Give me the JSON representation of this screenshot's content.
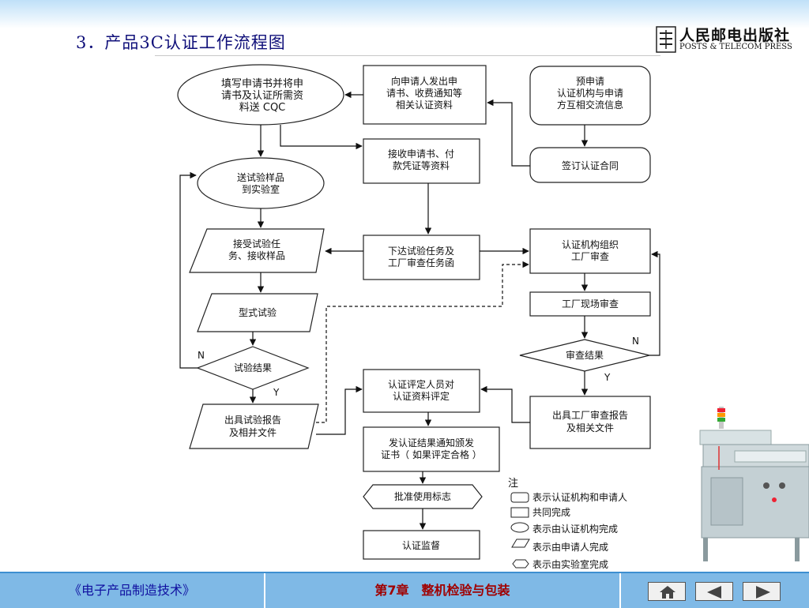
{
  "header": {
    "title": "3．产品3C认证工作流程图",
    "publisher_cn": "人民邮电出版社",
    "publisher_en": "POSTS & TELECOM PRESS"
  },
  "flowchart": {
    "fill_application": [
      "填写申请书并将申",
      "请书及认证所需资",
      "料送 CQC"
    ],
    "issue_docs": [
      "向申请人发出申",
      "请书、收费通知等",
      "相关认证资料"
    ],
    "pre_application": [
      "预申请",
      "认证机构与申请",
      "方互相交流信息"
    ],
    "receive_application": [
      "接收申请书、付",
      "款凭证等资料"
    ],
    "sign_contract": "签订认证合同",
    "send_samples": [
      "送试验样品",
      "到实验室"
    ],
    "accept_test": [
      "接受试验任",
      "务、接收样品"
    ],
    "issue_tasks": [
      "下达试验任务及",
      "工厂审查任务函"
    ],
    "organize_audit": [
      "认证机构组织",
      "工厂审查"
    ],
    "type_test": "型式试验",
    "onsite_audit": "工厂现场审查",
    "test_result": "试验结果",
    "audit_result": "审查结果",
    "test_report": [
      "出具试验报告",
      "及相并文件"
    ],
    "evaluation": [
      "认证评定人员对",
      "认证资料评定"
    ],
    "audit_report": [
      "出具工厂审查报告",
      "及相关文件"
    ],
    "notify_certificate": [
      "发认证结果通知颁发",
      "证书（ 如果评定合格 ）"
    ],
    "approve_mark": "批准使用标志",
    "supervision": "认证监督",
    "label_n_left": "N",
    "label_y_left": "Y",
    "label_n_right": "N",
    "label_y_right": "Y"
  },
  "legend": {
    "title": "注",
    "items": [
      "表示认证机构和申请人",
      "共同完成",
      "表示由认证机构完成",
      "表示由申请人完成",
      "表示由实验室完成"
    ]
  },
  "footer": {
    "book": "《电子产品制造技术》",
    "chapter": "第7章　整机检验与包装"
  }
}
